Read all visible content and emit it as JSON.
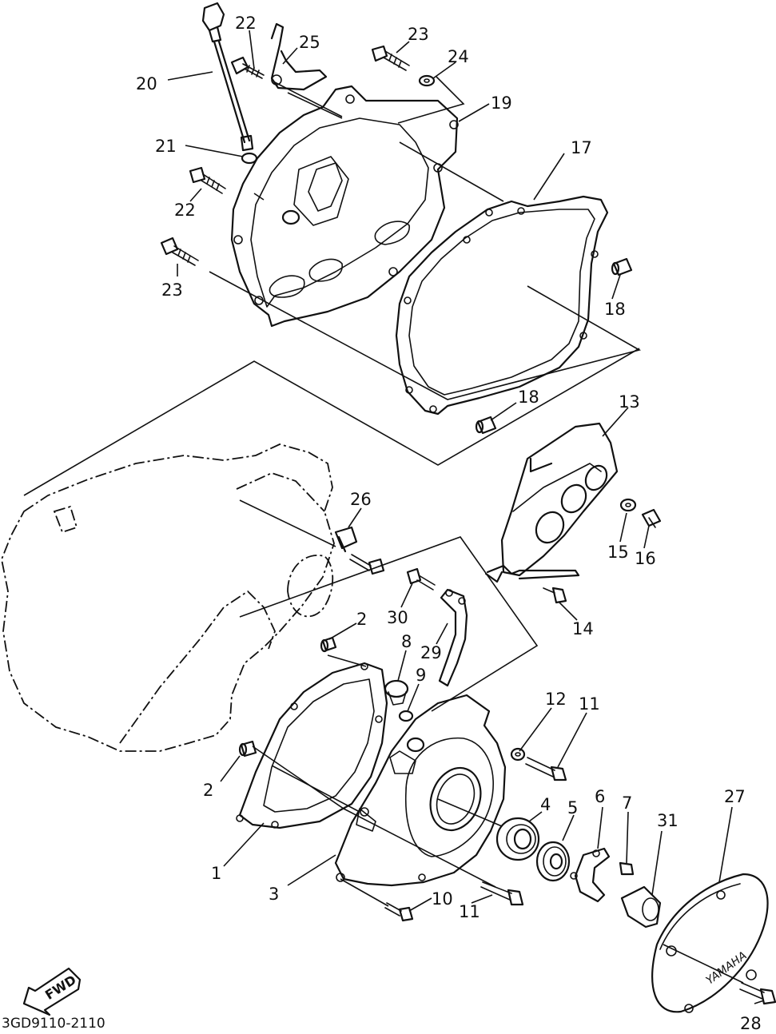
{
  "diagram_code": "3GD9110-2110",
  "fwd_label": "FWD",
  "cover_brand": "YAMAHA",
  "callouts": [
    {
      "id": "20",
      "text": "20"
    },
    {
      "id": "22a",
      "text": "22"
    },
    {
      "id": "25",
      "text": "25"
    },
    {
      "id": "23a",
      "text": "23"
    },
    {
      "id": "24",
      "text": "24"
    },
    {
      "id": "19",
      "text": "19"
    },
    {
      "id": "21",
      "text": "21"
    },
    {
      "id": "17",
      "text": "17"
    },
    {
      "id": "22b",
      "text": "22"
    },
    {
      "id": "23b",
      "text": "23"
    },
    {
      "id": "18a",
      "text": "18"
    },
    {
      "id": "18b",
      "text": "18"
    },
    {
      "id": "13",
      "text": "13"
    },
    {
      "id": "26",
      "text": "26"
    },
    {
      "id": "15",
      "text": "15"
    },
    {
      "id": "16",
      "text": "16"
    },
    {
      "id": "30",
      "text": "30"
    },
    {
      "id": "2a",
      "text": "2"
    },
    {
      "id": "14",
      "text": "14"
    },
    {
      "id": "8",
      "text": "8"
    },
    {
      "id": "29",
      "text": "29"
    },
    {
      "id": "9",
      "text": "9"
    },
    {
      "id": "12",
      "text": "12"
    },
    {
      "id": "11a",
      "text": "11"
    },
    {
      "id": "2b",
      "text": "2"
    },
    {
      "id": "4",
      "text": "4"
    },
    {
      "id": "5",
      "text": "5"
    },
    {
      "id": "6",
      "text": "6"
    },
    {
      "id": "7",
      "text": "7"
    },
    {
      "id": "31",
      "text": "31"
    },
    {
      "id": "27",
      "text": "27"
    },
    {
      "id": "1",
      "text": "1"
    },
    {
      "id": "3",
      "text": "3"
    },
    {
      "id": "10",
      "text": "10"
    },
    {
      "id": "11b",
      "text": "11"
    },
    {
      "id": "28",
      "text": "28"
    }
  ]
}
